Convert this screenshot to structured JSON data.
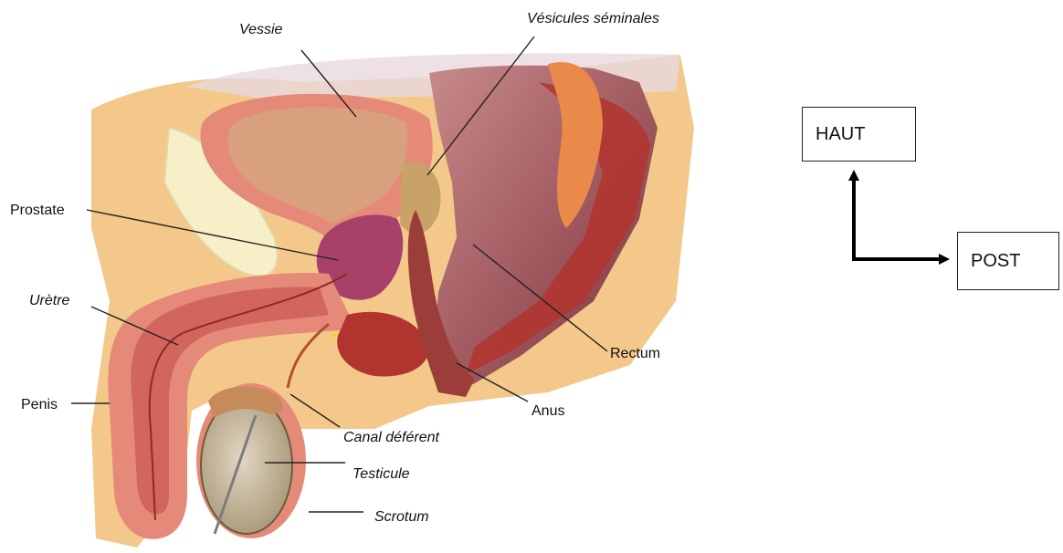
{
  "labels": {
    "vessie": "Vessie",
    "vesicules": "Vésicules séminales",
    "prostate": "Prostate",
    "uretre": "Urètre",
    "penis": "Penis",
    "canal": "Canal déférent",
    "testicule": "Testicule",
    "scrotum": "Scrotum",
    "rectum": "Rectum",
    "anus": "Anus"
  },
  "orientation": {
    "up_label": "HAUT",
    "posterior_label": "POST"
  },
  "colors": {
    "fat": "#F3C88A",
    "skin_pink": "#E58A78",
    "muscle_red": "#B2342E",
    "rectum_dark": "#8E3A44",
    "prostate": "#A8416A",
    "bladder_inner": "#D9A07E",
    "testis": "#CDBFA6",
    "bone": "#F7EFC8"
  }
}
